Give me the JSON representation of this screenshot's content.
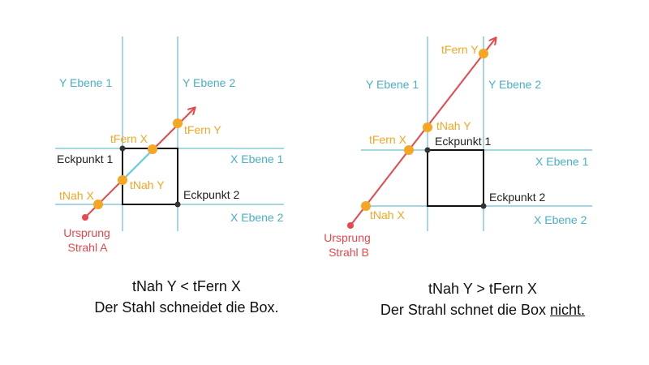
{
  "colors": {
    "plane": "#4bafc6",
    "ray": "#e8474c",
    "t_point": "#f5a623",
    "inside_segment": "#5fd3e6",
    "box": "#111111"
  },
  "left": {
    "y_plane_1": "Y Ebene 1",
    "y_plane_2": "Y Ebene 2",
    "x_plane_1": "X Ebene 1",
    "x_plane_2": "X Ebene 2",
    "t_far_x": "tFern X",
    "t_far_y": "tFern Y",
    "t_near_x": "tNah X",
    "t_near_y": "tNah Y",
    "corner_1": "Eckpunkt 1",
    "corner_2": "Eckpunkt 2",
    "origin_line1": "Ursprung",
    "origin_line2": "Strahl A",
    "caption_line1": "tNah Y < tFern X",
    "caption_line2": "Der Stahl schneidet die Box."
  },
  "right": {
    "y_plane_1": "Y Ebene 1",
    "y_plane_2": "Y Ebene 2",
    "x_plane_1": "X Ebene 1",
    "x_plane_2": "X Ebene 2",
    "t_far_y": "tFern Y",
    "t_near_y": "tNah Y",
    "t_far_x": "tFern X",
    "t_near_x": "tNah X",
    "corner_1": "Eckpunkt 1",
    "corner_2": "Eckpunkt 2",
    "origin_line1": "Ursprung",
    "origin_line2": "Strahl B",
    "caption_line1": "tNah Y > tFern X",
    "caption_line2_a": "Der Strahl schnet die Box ",
    "caption_line2_b": "nicht."
  }
}
